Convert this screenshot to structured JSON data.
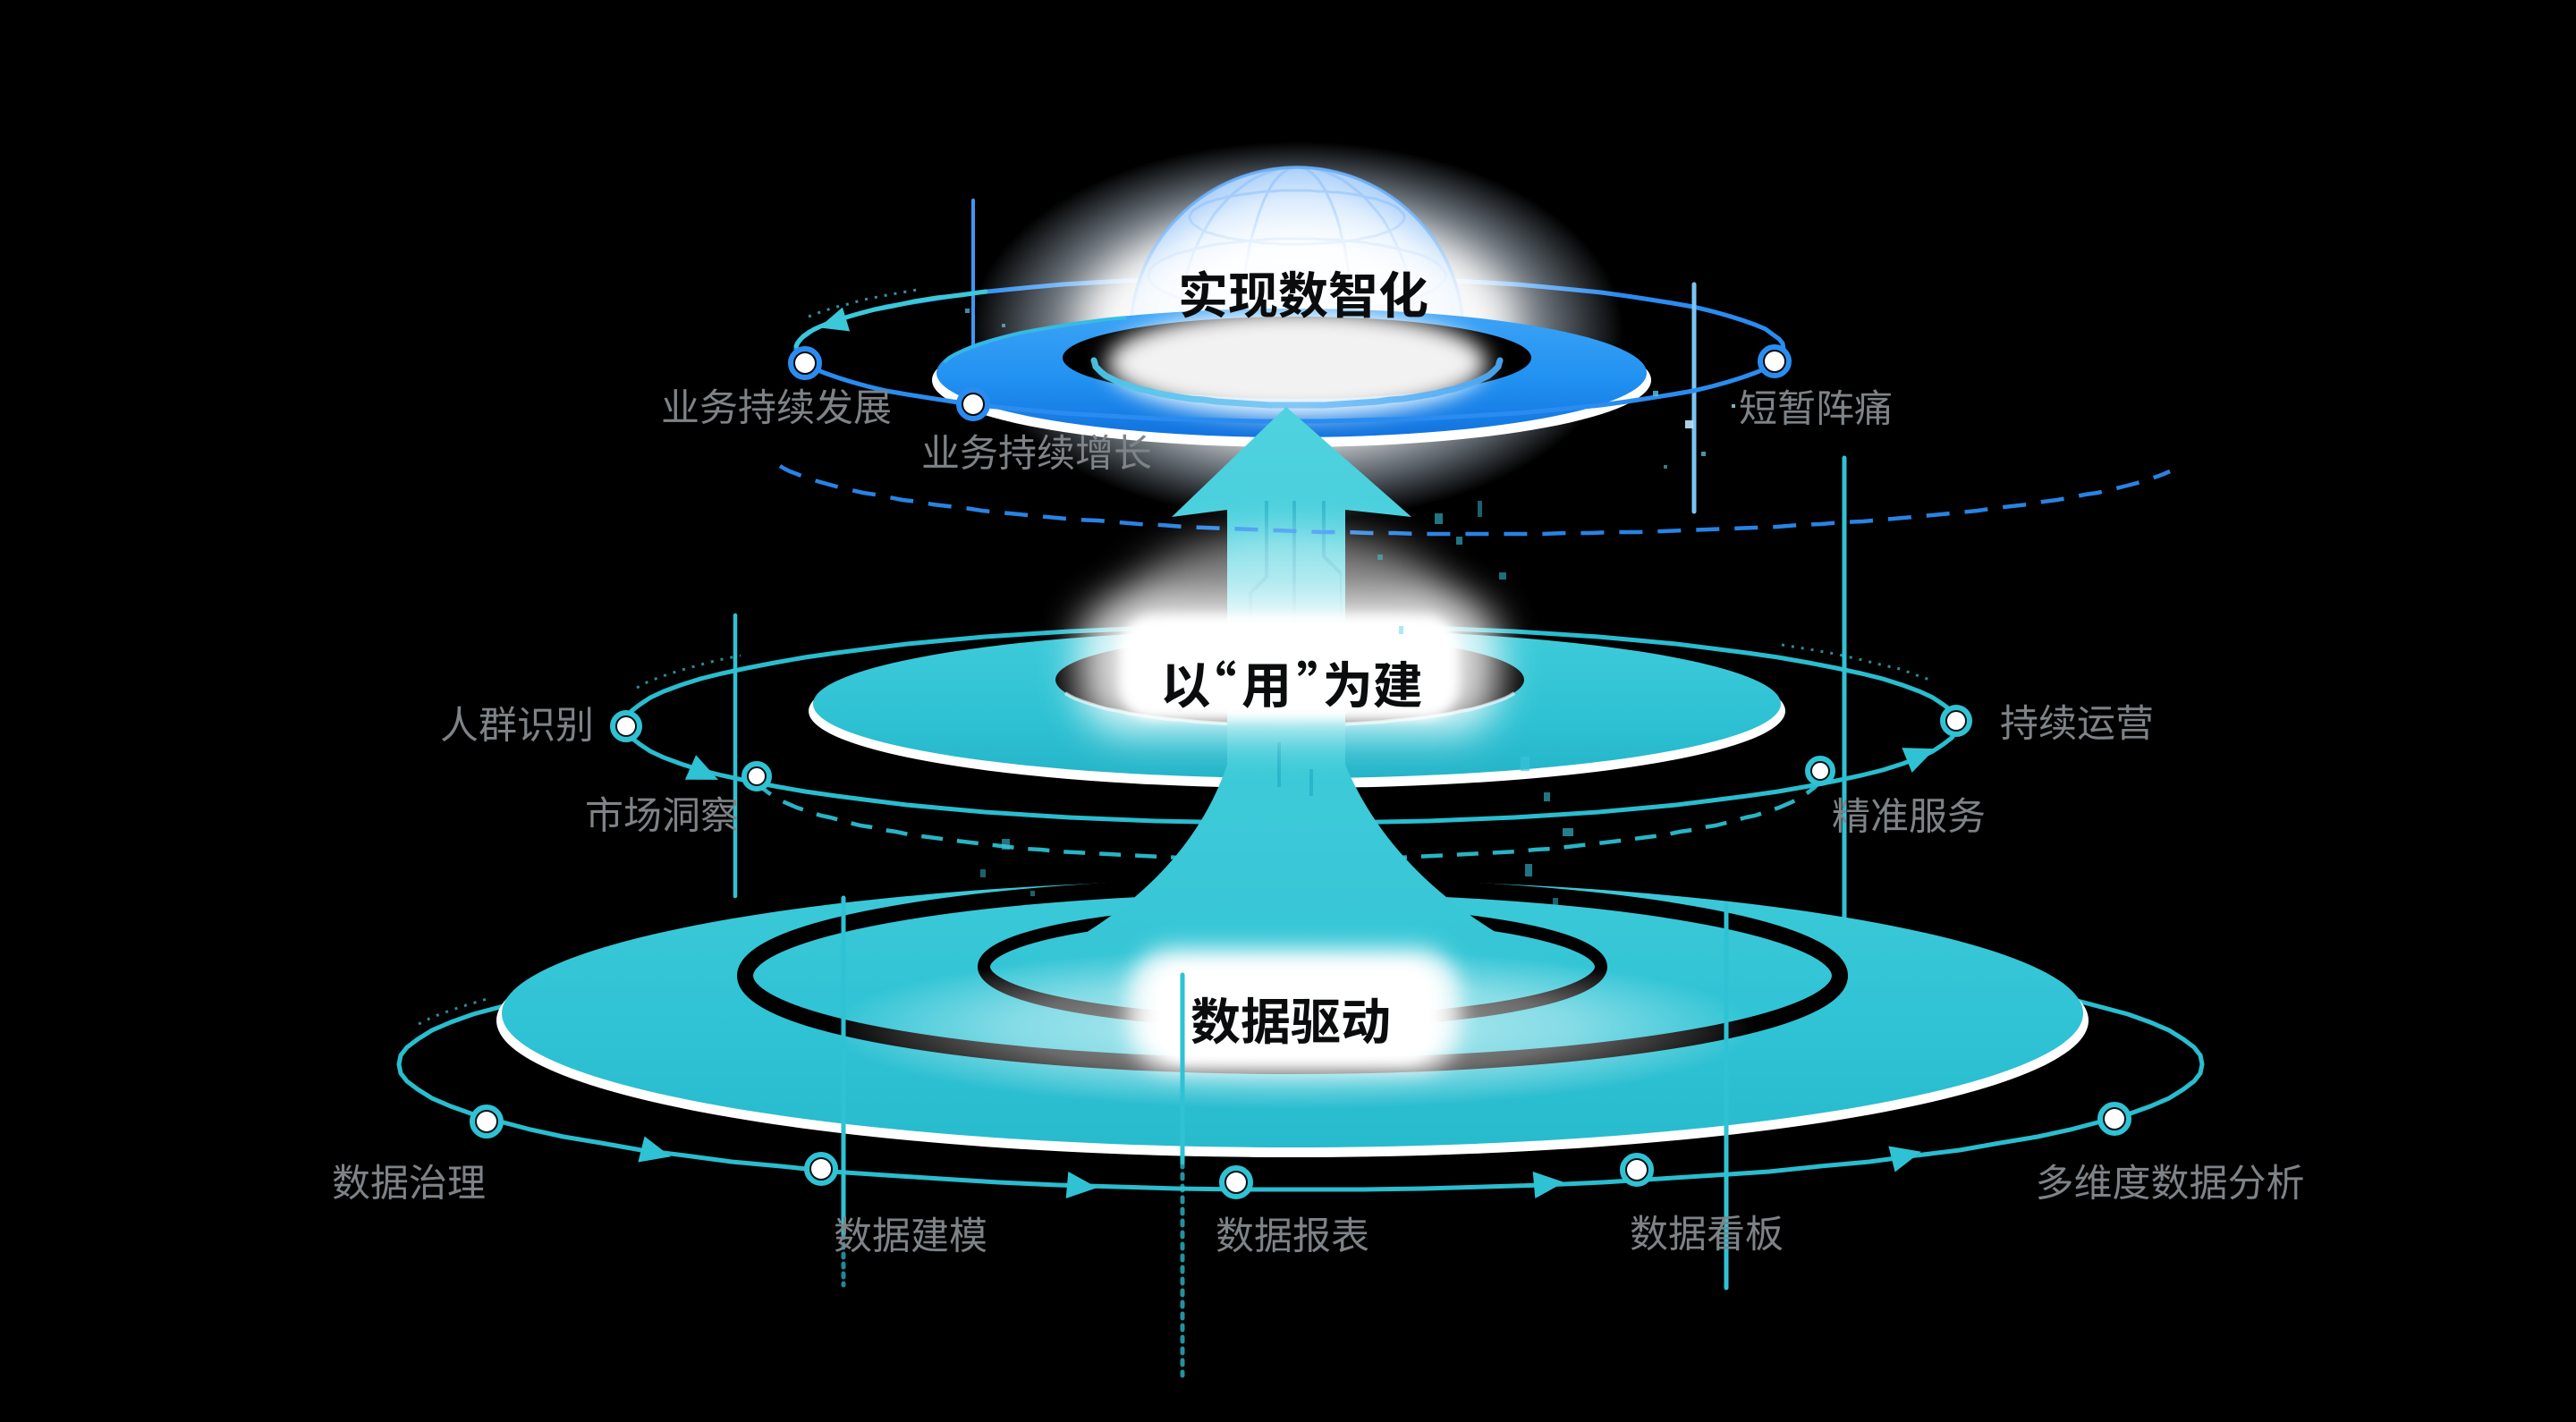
{
  "diagram": {
    "type": "tiered-orbit-infographic",
    "background": "#000000",
    "palette": {
      "tier_top_blue": "#2292F1",
      "tier_teal": "#30C3D4",
      "arrow_teal": "#47CEDB",
      "orbit_blue": "#2A8CF0",
      "orbit_teal": "#29BDCF",
      "label_gray": "#7E8388",
      "title_black": "#0A0C0D",
      "glow_white": "#FFFFFF"
    },
    "texts": {
      "t1": "实现数智化",
      "t2": "以“用”为建",
      "t3": "数据驱动",
      "l_fazhan": "业务持续发展",
      "l_zengzhang": "业务持续增长",
      "l_zhentong": "短暂阵痛",
      "l_renqun": "人群识别",
      "l_shichang": "市场洞察",
      "l_yunying": "持续运营",
      "l_fuwu": "精准服务",
      "l_zhili": "数据治理",
      "l_jianmo": "数据建模",
      "l_baobiao": "数据报表",
      "l_kanban": "数据看板",
      "l_fenxi": "多维度数据分析"
    },
    "tiers": [
      {
        "level": 3,
        "title_key": "t1",
        "title": "实现数智化",
        "ring_labels": [
          "业务持续发展",
          "短暂阵痛"
        ],
        "dashed_ring_labels": [
          "业务持续增长"
        ]
      },
      {
        "level": 2,
        "title_key": "t2",
        "title": "以“用”为建",
        "ring_labels": [
          "人群识别",
          "持续运营"
        ],
        "dashed_ring_labels": [
          "市场洞察",
          "精准服务"
        ]
      },
      {
        "level": 1,
        "title_key": "t3",
        "title": "数据驱动",
        "ring_labels": [
          "数据治理",
          "数据建模",
          "数据报表",
          "数据看板",
          "多维度数据分析"
        ]
      }
    ]
  }
}
